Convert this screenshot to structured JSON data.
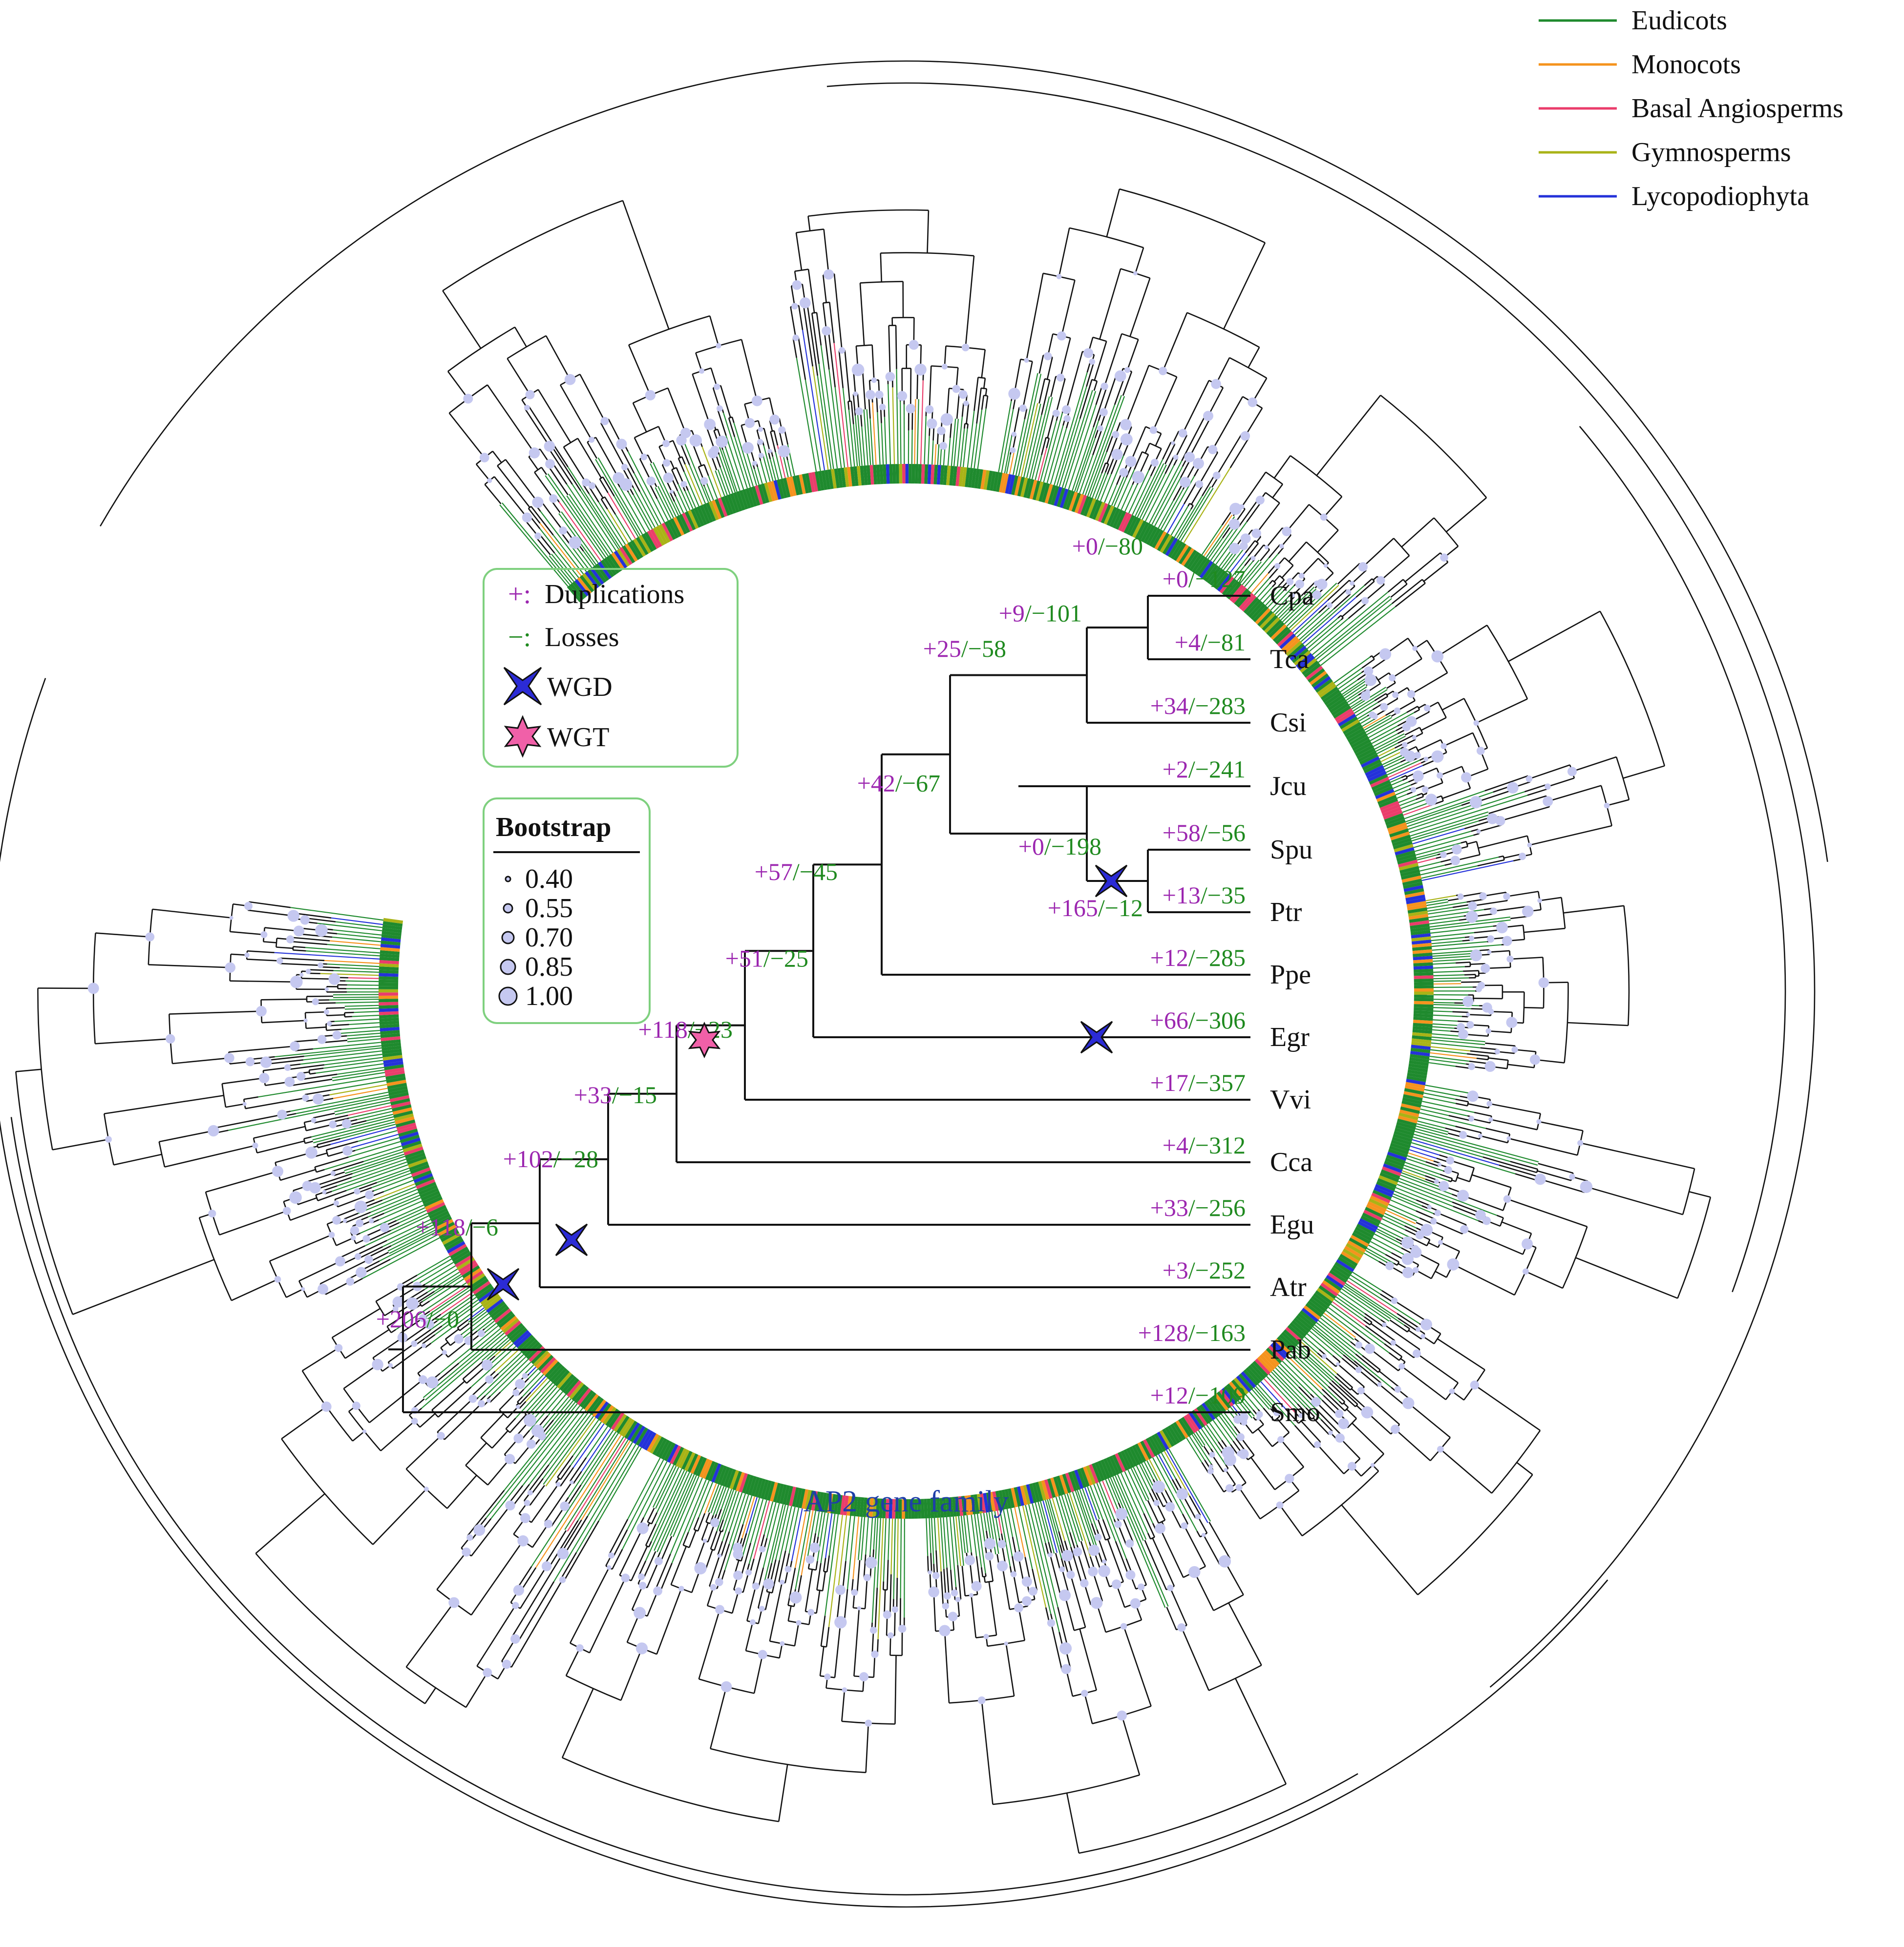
{
  "figure": {
    "title": "AP2 gene family",
    "title_color": "#1f3fa8"
  },
  "legend": {
    "items": [
      {
        "label": "Eudicots",
        "color": "#1f8a2e"
      },
      {
        "label": "Monocots",
        "color": "#f5931e"
      },
      {
        "label": "Basal Angiosperms",
        "color": "#ea3d6b"
      },
      {
        "label": "Gymnosperms",
        "color": "#a9b317"
      },
      {
        "label": "Lycopodiophyta",
        "color": "#2432d9"
      }
    ]
  },
  "events_box": {
    "dup_symbol": "+:",
    "dup_label": "Duplications",
    "loss_symbol": "−:",
    "loss_label": "Losses",
    "wgd_label": "WGD",
    "wgt_label": "WGT",
    "colors": {
      "dup": "#9c27b0",
      "loss": "#1f8a1f",
      "wgd": "#2b2bd6",
      "wgt": "#f060a8",
      "box_border": "#7fd07f"
    }
  },
  "bootstrap": {
    "title": "Bootstrap",
    "values": [
      "0.40",
      "0.55",
      "0.70",
      "0.85",
      "1.00"
    ],
    "dot_color": "#c5c8f0"
  },
  "species_tree": {
    "species": [
      {
        "name": "Cpa",
        "dup": "+0",
        "loss": "−127"
      },
      {
        "name": "Tca",
        "dup": "+4",
        "loss": "−81"
      },
      {
        "name": "Csi",
        "dup": "+34",
        "loss": "−283"
      },
      {
        "name": "Jcu",
        "dup": "+2",
        "loss": "−241"
      },
      {
        "name": "Spu",
        "dup": "+58",
        "loss": "−56"
      },
      {
        "name": "Ptr",
        "dup": "+13",
        "loss": "−35"
      },
      {
        "name": "Ppe",
        "dup": "+12",
        "loss": "−285"
      },
      {
        "name": "Egr",
        "dup": "+66",
        "loss": "−306"
      },
      {
        "name": "Vvi",
        "dup": "+17",
        "loss": "−357"
      },
      {
        "name": "Cca",
        "dup": "+4",
        "loss": "−312"
      },
      {
        "name": "Egu",
        "dup": "+33",
        "loss": "−256"
      },
      {
        "name": "Atr",
        "dup": "+3",
        "loss": "−252"
      },
      {
        "name": "Pab",
        "dup": "+128",
        "loss": "−163"
      },
      {
        "name": "Smo",
        "dup": "+12",
        "loss": "−109"
      }
    ],
    "internal_nodes": [
      {
        "id": "cpa_tca",
        "dup": "+0",
        "loss": "−80"
      },
      {
        "id": "cpa_csi",
        "dup": "+9",
        "loss": "−101"
      },
      {
        "id": "spu_ptr",
        "dup": "+165",
        "loss": "−12"
      },
      {
        "id": "jcu_ptr",
        "dup": "+0",
        "loss": "−198"
      },
      {
        "id": "cpa_ptr",
        "dup": "+25",
        "loss": "−58"
      },
      {
        "id": "cpa_ppe",
        "dup": "+42",
        "loss": "−67"
      },
      {
        "id": "cpa_egr",
        "dup": "+57",
        "loss": "−45"
      },
      {
        "id": "cpa_vvi",
        "dup": "+51",
        "loss": "−25"
      },
      {
        "id": "cpa_cca",
        "dup": "+118",
        "loss": "−23"
      },
      {
        "id": "cpa_egu",
        "dup": "+33",
        "loss": "−15"
      },
      {
        "id": "cpa_atr",
        "dup": "+102",
        "loss": "−28"
      },
      {
        "id": "cpa_pab",
        "dup": "+118",
        "loss": "−6"
      },
      {
        "id": "root",
        "dup": "+206",
        "loss": "−0"
      }
    ]
  }
}
